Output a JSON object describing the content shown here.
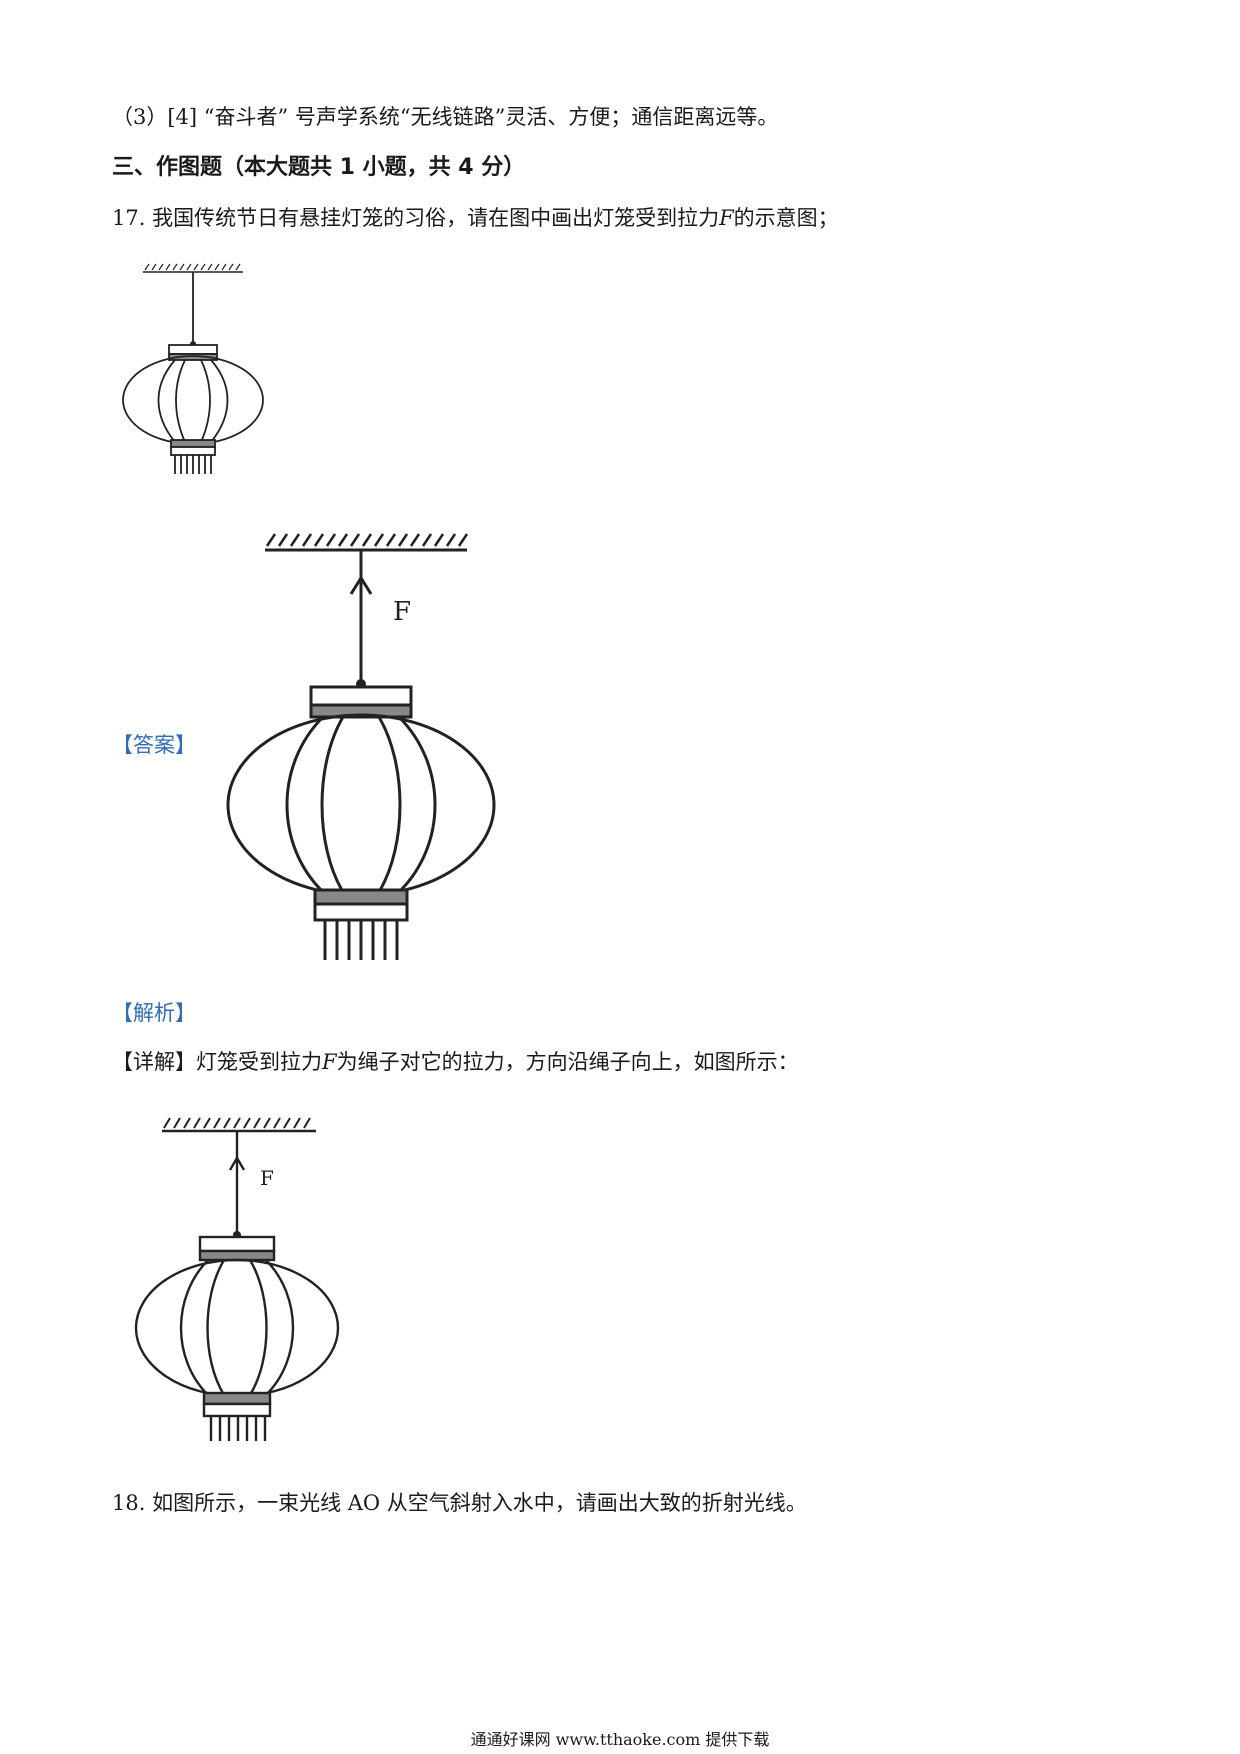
{
  "q16": {
    "line": "（3）[4] “奋斗者” 号声学系统“无线链路”灵活、方便；通信距离远等。"
  },
  "section": {
    "title": "三、作图题（本大题共 1 小题，共 4 分）"
  },
  "q17": {
    "number": "17.",
    "text_before_F": "我国传统节日有悬挂灯笼的习俗，请在图中画出灯笼受到拉力",
    "var": "F",
    "text_after_F": "的示意图；"
  },
  "answer": {
    "tag": "【答案】",
    "force_label": "F"
  },
  "analysis": {
    "tag": "【解析】"
  },
  "detail": {
    "tag": "【详解】",
    "text_before_F": "灯笼受到拉力",
    "var": "F",
    "text_after_F": "为绳子对它的拉力，方向沿绳子向上，如图所示：",
    "force_label": "F"
  },
  "q18": {
    "line": "18. 如图所示，一束光线 AO 从空气斜射入水中，请画出大致的折射光线。"
  },
  "footer": {
    "text": "通通好课网 www.tthaoke.com 提供下载"
  }
}
